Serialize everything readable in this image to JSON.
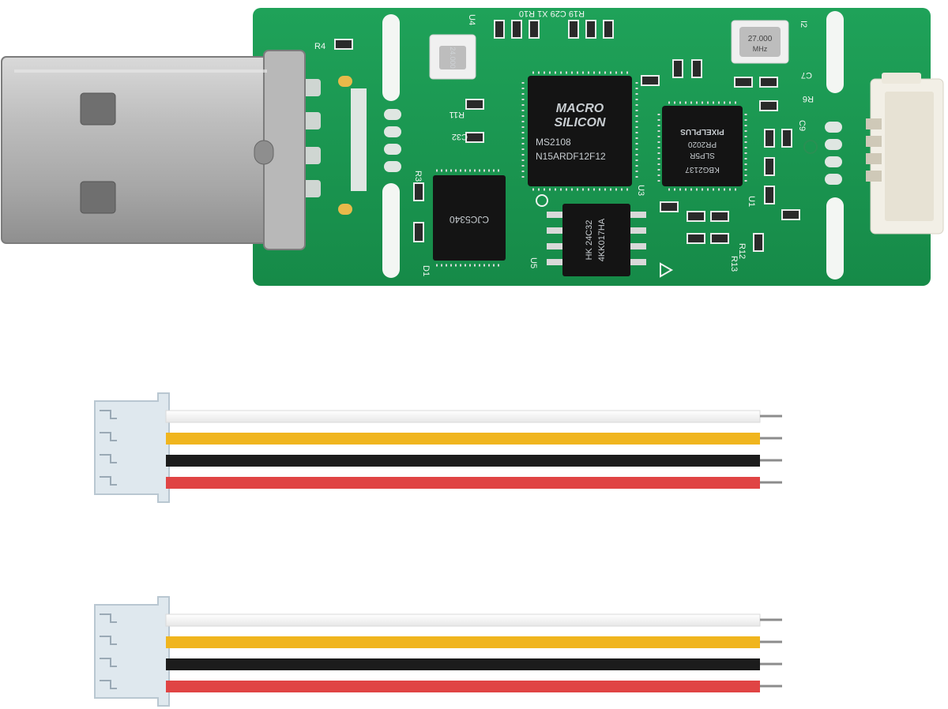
{
  "board": {
    "main_chip": {
      "brand_line1": "MACRO",
      "brand_line2": "SILICON",
      "model": "MS2108",
      "lot": "N15ARDF12F12"
    },
    "pixel_chip": {
      "brand": "PIXELPLUS",
      "line1": "PR2020",
      "line2": "SLP5R",
      "line3": "KBG2137"
    },
    "usb_chip": {
      "label": "CJC5340"
    },
    "eeprom_chip": {
      "line1": "HK 24C32",
      "line2": "4KK017HA"
    },
    "crystal_small": {
      "freq": "24.000",
      "unit": "MHz"
    },
    "crystal_large": {
      "freq": "27.000",
      "unit": "MHz"
    },
    "silkscreen": {
      "r4": "R4",
      "r11": "R11",
      "c32": "C32",
      "r3": "R3",
      "u3": "U3",
      "u4": "U4",
      "u5": "U5",
      "d1": "D1",
      "i2": "I2",
      "c7": "C7",
      "r6": "R6",
      "c9": "C9",
      "u1": "U1",
      "r13": "R13",
      "r12": "R12",
      "top_row": "R19 C29 X1 R10"
    }
  },
  "cables": {
    "wire_colors": [
      "#ffffff",
      "#f0b51e",
      "#1c1c1c",
      "#e04444"
    ],
    "connector_color": "#dfe8ee"
  }
}
